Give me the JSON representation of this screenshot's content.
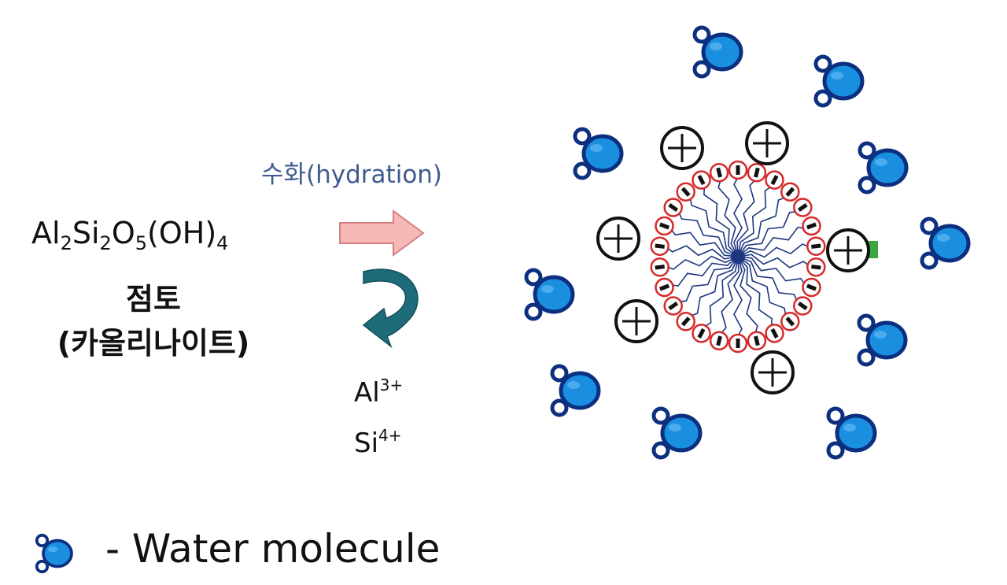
{
  "formula": {
    "symbols": [
      "Al",
      "Si",
      "O",
      "(OH)"
    ],
    "subscripts": [
      "2",
      "2",
      "5",
      "4"
    ]
  },
  "clay": {
    "name": "점토",
    "mineral": "(카올리나이트)"
  },
  "hydration_label": "수화(hydration)",
  "ions": [
    {
      "symbol": "Al",
      "charge": "3+"
    },
    {
      "symbol": "Si",
      "charge": "4+"
    }
  ],
  "legend": {
    "label": "- Water molecule",
    "icon": "water-molecule-icon"
  },
  "colors": {
    "water_fill": "#1a8fe0",
    "water_outline": "#0c2f80",
    "arrow_fill": "#f7b8b8",
    "arrow_outline": "#d88080",
    "curved_arrow": "#1e6b7a",
    "tail_color": "#1c3680",
    "negative_ring": "#d42a2a",
    "hydration_text": "#3f5b8f"
  },
  "particle": {
    "negative_charges": 26,
    "positive_charges": 6,
    "positive_symbol": "⊕",
    "negative_symbol": "−"
  }
}
